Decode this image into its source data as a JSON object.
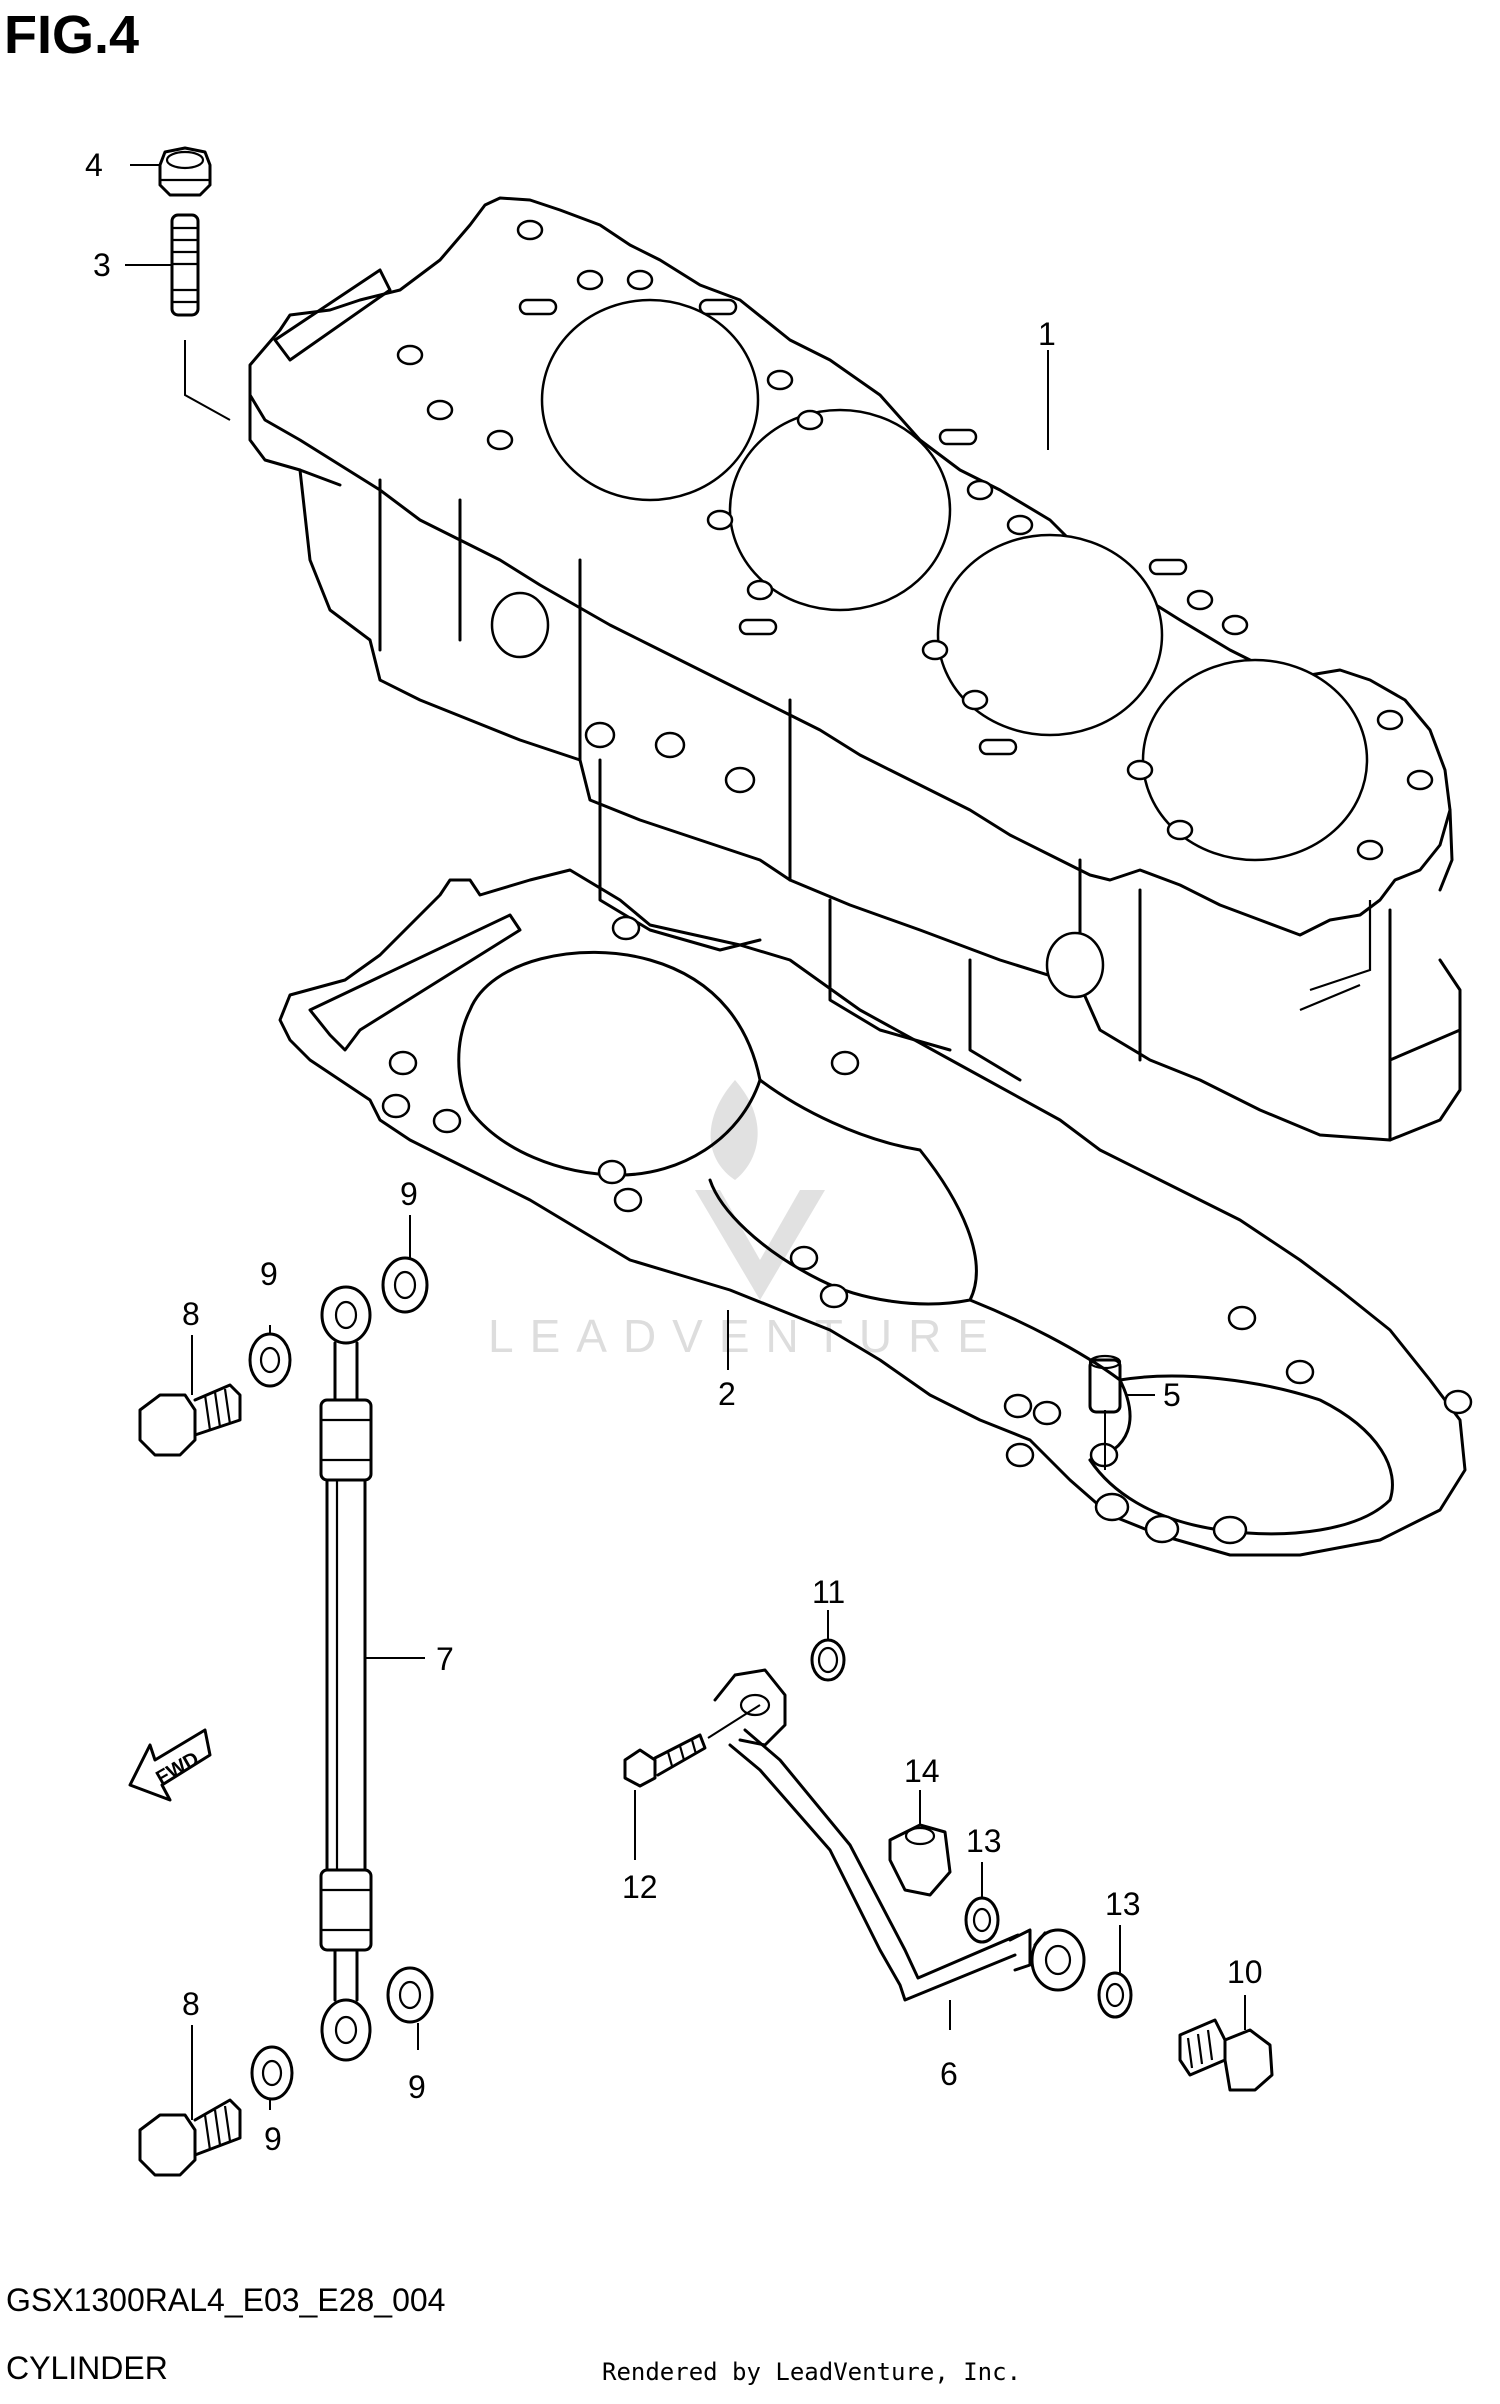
{
  "figure": {
    "title": "FIG.4",
    "model_code": "GSX1300RAL4_E03_E28_004",
    "section_name": "CYLINDER",
    "rendered_by": "Rendered by LeadVenture, Inc.",
    "watermark": "LEADVENTURE"
  },
  "fwd_label": "FWD",
  "callouts": [
    {
      "part": "cylinder",
      "label": "1"
    },
    {
      "part": "cylinder-gasket",
      "label": "2"
    },
    {
      "part": "stud",
      "label": "3"
    },
    {
      "part": "nut",
      "label": "4"
    },
    {
      "part": "dowel-pin",
      "label": "5"
    },
    {
      "part": "oil-pipe",
      "label": "6"
    },
    {
      "part": "oil-hose",
      "label": "7"
    },
    {
      "part": "union-bolt-upper",
      "label": "8"
    },
    {
      "part": "union-bolt-lower",
      "label": "8"
    },
    {
      "part": "washer-upper-left",
      "label": "9"
    },
    {
      "part": "washer-upper-right",
      "label": "9"
    },
    {
      "part": "washer-lower-left",
      "label": "9"
    },
    {
      "part": "washer-lower-right",
      "label": "9"
    },
    {
      "part": "union-bolt-right",
      "label": "10"
    },
    {
      "part": "o-ring",
      "label": "11"
    },
    {
      "part": "bolt",
      "label": "12"
    },
    {
      "part": "gasket-washer-a",
      "label": "13"
    },
    {
      "part": "gasket-washer-b",
      "label": "13"
    },
    {
      "part": "cap",
      "label": "14"
    }
  ]
}
